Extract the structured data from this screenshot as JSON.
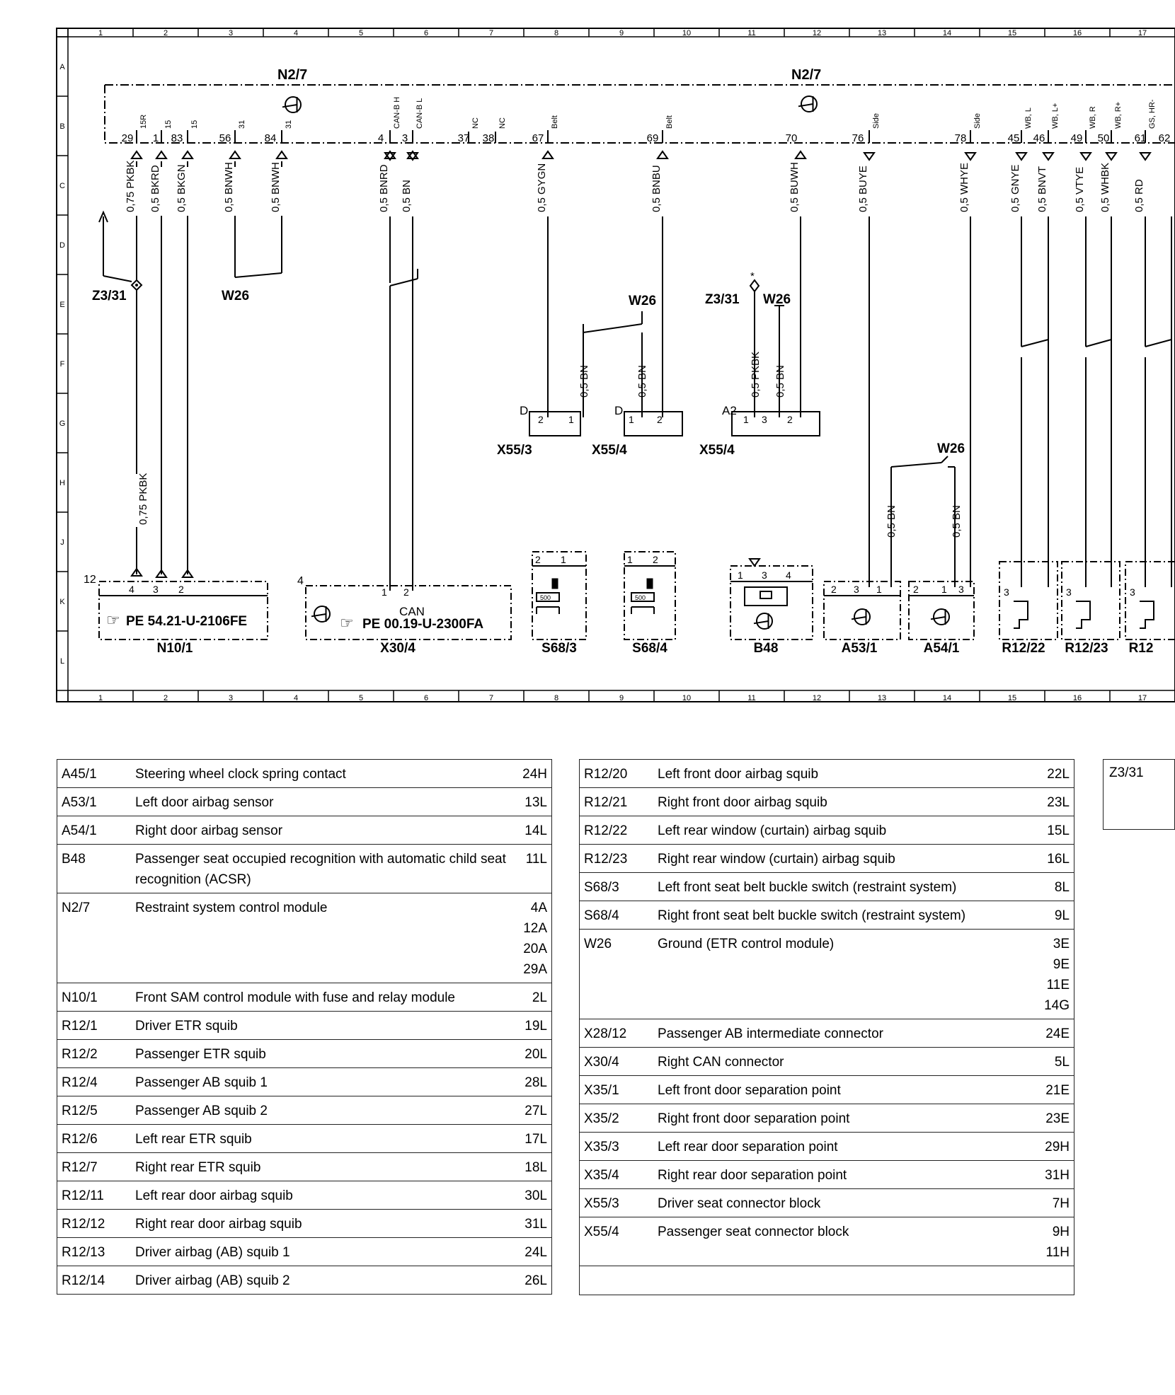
{
  "grid": {
    "columns": [
      "1",
      "2",
      "3",
      "4",
      "5",
      "6",
      "7",
      "8",
      "9",
      "10",
      "11",
      "12",
      "13",
      "14",
      "15",
      "16",
      "17"
    ],
    "rows": [
      "A",
      "B",
      "C",
      "D",
      "E",
      "F",
      "G",
      "H",
      "J",
      "K",
      "L"
    ]
  },
  "module": {
    "title_left": "N2/7",
    "title_right": "N2/7"
  },
  "pins": [
    {
      "num": "29",
      "sig": "15R",
      "wire": "0,75 PKBK"
    },
    {
      "num": "1",
      "sig": "15",
      "wire": "0,5 BKRD"
    },
    {
      "num": "83",
      "sig": "15",
      "wire": "0,5 BKGN"
    },
    {
      "num": "56",
      "sig": "31",
      "wire": "0,5 BNWH"
    },
    {
      "num": "84",
      "sig": "31",
      "wire": "0,5 BNWH"
    },
    {
      "num": "4",
      "sig": "CAN-B H",
      "wire": "0,5 BNRD"
    },
    {
      "num": "3",
      "sig": "CAN-B L",
      "wire": "0,5 BN"
    },
    {
      "num": "37",
      "sig": "NC",
      "wire": ""
    },
    {
      "num": "38",
      "sig": "NC",
      "wire": ""
    },
    {
      "num": "67",
      "sig": "Belt",
      "wire": "0,5 GYGN"
    },
    {
      "num": "69",
      "sig": "Belt",
      "wire": "0,5 BNBU"
    },
    {
      "num": "70",
      "sig": "",
      "wire": "0,5 BUWH"
    },
    {
      "num": "76",
      "sig": "Side",
      "wire": "0,5 BUYE"
    },
    {
      "num": "78",
      "sig": "Side",
      "wire": "0,5 WHYE"
    },
    {
      "num": "45",
      "sig": "WB, L",
      "wire": "0,5 GNYE"
    },
    {
      "num": "46",
      "sig": "WB, L+",
      "wire": "0,5 BNVT"
    },
    {
      "num": "49",
      "sig": "WB, R",
      "wire": "0,5 VTYE"
    },
    {
      "num": "50",
      "sig": "WB, R+",
      "wire": "0,5 WHBK"
    },
    {
      "num": "61",
      "sig": "GS, HR-",
      "wire": "0,5 RD"
    },
    {
      "num": "62",
      "sig": "",
      "wire": ""
    }
  ],
  "labels": {
    "z3_31_a": "Z3/31",
    "z3_31_b": "Z3/31",
    "w26_a": "W26",
    "w26_b": "W26",
    "w26_c": "W26",
    "w26_d": "W26",
    "wire_pkbk_lower": "0,75 PKBK",
    "wire_bn_1": "0,5 BN",
    "wire_bn_2": "0,5 BN",
    "wire_pkbk_2": "0,5 PKBK",
    "wire_bn_3": "0,5 BN",
    "wire_bn_4": "0,5 BN",
    "wire_bn_5": "0,5 BN",
    "conn_d1": "D",
    "conn_d2": "D",
    "conn_a2": "A2",
    "x55_3": "X55/3",
    "x55_4a": "X55/4",
    "x55_4b": "X55/4",
    "n10_pin": "12",
    "x30_pin": "4",
    "can": "CAN",
    "ref_n10": "PE 54.21-U-2106FE",
    "ref_x30": "PE 00.19-U-2300FA",
    "sw_value": "500"
  },
  "components": [
    {
      "name": "N10/1"
    },
    {
      "name": "X30/4"
    },
    {
      "name": "S68/3"
    },
    {
      "name": "S68/4"
    },
    {
      "name": "B48"
    },
    {
      "name": "A53/1"
    },
    {
      "name": "A54/1"
    },
    {
      "name": "R12/22"
    },
    {
      "name": "R12/23"
    },
    {
      "name": "R12"
    }
  ],
  "legend_left": [
    {
      "code": "A45/1",
      "desc": "Steering wheel clock spring contact",
      "loc": "24H"
    },
    {
      "code": "A53/1",
      "desc": "Left door airbag sensor",
      "loc": "13L"
    },
    {
      "code": "A54/1",
      "desc": "Right door airbag sensor",
      "loc": "14L"
    },
    {
      "code": "B48",
      "desc": "Passenger seat occupied recognition with automatic child seat recognition (ACSR)",
      "loc": "11L"
    },
    {
      "code": "N2/7",
      "desc": "Restraint system control module",
      "loc": "4A\n12A\n20A\n29A"
    },
    {
      "code": "N10/1",
      "desc": "Front SAM control module with fuse and relay module",
      "loc": "2L"
    },
    {
      "code": "R12/1",
      "desc": "Driver ETR squib",
      "loc": "19L"
    },
    {
      "code": "R12/2",
      "desc": "Passenger ETR squib",
      "loc": "20L"
    },
    {
      "code": "R12/4",
      "desc": "Passenger AB squib 1",
      "loc": "28L"
    },
    {
      "code": "R12/5",
      "desc": "Passenger AB squib 2",
      "loc": "27L"
    },
    {
      "code": "R12/6",
      "desc": "Left rear ETR squib",
      "loc": "17L"
    },
    {
      "code": "R12/7",
      "desc": "Right rear ETR squib",
      "loc": "18L"
    },
    {
      "code": "R12/11",
      "desc": "Left rear door airbag squib",
      "loc": "30L"
    },
    {
      "code": "R12/12",
      "desc": "Right rear door airbag squib",
      "loc": "31L"
    },
    {
      "code": "R12/13",
      "desc": "Driver airbag (AB) squib 1",
      "loc": "24L"
    },
    {
      "code": "R12/14",
      "desc": "Driver airbag (AB) squib 2",
      "loc": "26L"
    }
  ],
  "legend_right": [
    {
      "code": "R12/20",
      "desc": "Left front door airbag squib",
      "loc": "22L"
    },
    {
      "code": "R12/21",
      "desc": "Right front door airbag squib",
      "loc": "23L"
    },
    {
      "code": "R12/22",
      "desc": "Left rear window (curtain) airbag squib",
      "loc": "15L"
    },
    {
      "code": "R12/23",
      "desc": "Right rear window (curtain) airbag squib",
      "loc": "16L"
    },
    {
      "code": "S68/3",
      "desc": "Left front seat belt buckle switch (restraint system)",
      "loc": "8L"
    },
    {
      "code": "S68/4",
      "desc": "Right front seat belt buckle switch (restraint system)",
      "loc": "9L"
    },
    {
      "code": "W26",
      "desc": "Ground (ETR control module)",
      "loc": "3E\n9E\n11E\n14G"
    },
    {
      "code": "X28/12",
      "desc": "Passenger AB intermediate connector",
      "loc": "24E"
    },
    {
      "code": "X30/4",
      "desc": "Right CAN connector",
      "loc": "5L"
    },
    {
      "code": "X35/1",
      "desc": "Left front door separation point",
      "loc": "21E"
    },
    {
      "code": "X35/2",
      "desc": "Right front door separation point",
      "loc": "23E"
    },
    {
      "code": "X35/3",
      "desc": "Left rear door separation point",
      "loc": "29H"
    },
    {
      "code": "X35/4",
      "desc": "Right rear door separation point",
      "loc": "31H"
    },
    {
      "code": "X55/3",
      "desc": "Driver seat connector block",
      "loc": "7H"
    },
    {
      "code": "X55/4",
      "desc": "Passenger seat connector block",
      "loc": "9H\n11H"
    }
  ],
  "legend_partial": {
    "code": "Z3/31"
  }
}
